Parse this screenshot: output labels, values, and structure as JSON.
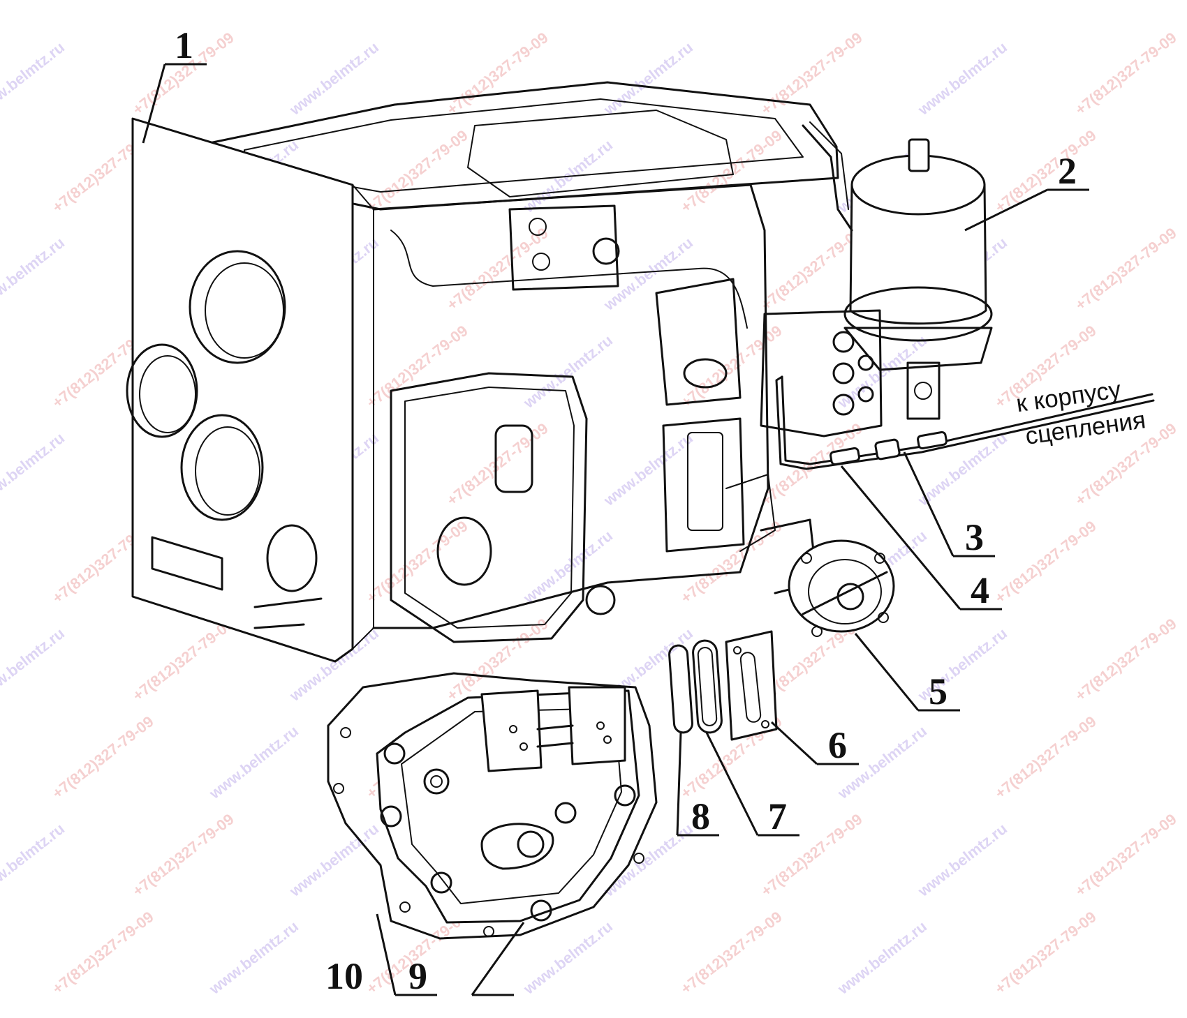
{
  "callouts": [
    "1",
    "2",
    "3",
    "4",
    "5",
    "6",
    "7",
    "8",
    "9",
    "10"
  ],
  "note": {
    "line1": "к корпусу",
    "line2": "сцепления"
  },
  "watermark": {
    "site": "www.belmtz.ru",
    "phone": "+7(812)327-79-09"
  },
  "colors": {
    "line": "#111111",
    "background": "#ffffff",
    "watermark_blue": "#9678dc",
    "watermark_red": "#e16e6e"
  }
}
